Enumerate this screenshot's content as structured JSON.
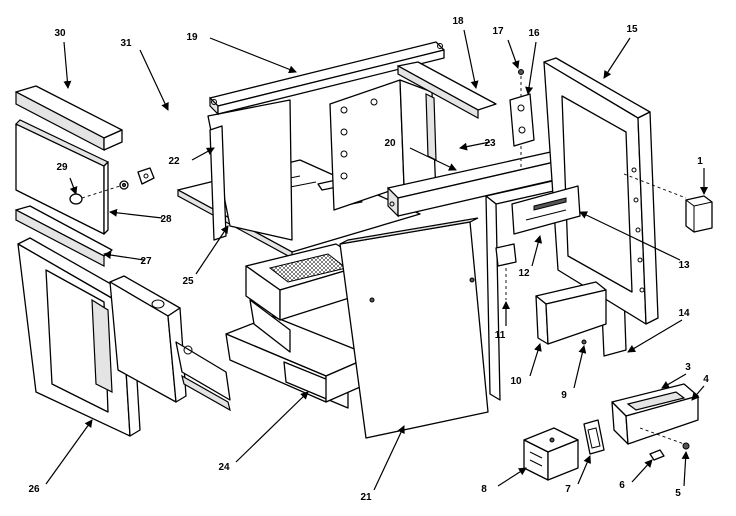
{
  "diagram": {
    "callouts": [
      {
        "label": "1"
      },
      {
        "label": "3"
      },
      {
        "label": "4"
      },
      {
        "label": "5"
      },
      {
        "label": "6"
      },
      {
        "label": "7"
      },
      {
        "label": "8"
      },
      {
        "label": "9"
      },
      {
        "label": "10"
      },
      {
        "label": "11"
      },
      {
        "label": "12"
      },
      {
        "label": "13"
      },
      {
        "label": "14"
      },
      {
        "label": "15"
      },
      {
        "label": "16"
      },
      {
        "label": "17"
      },
      {
        "label": "18"
      },
      {
        "label": "19"
      },
      {
        "label": "20"
      },
      {
        "label": "21"
      },
      {
        "label": "22"
      },
      {
        "label": "23"
      },
      {
        "label": "24"
      },
      {
        "label": "25"
      },
      {
        "label": "26"
      },
      {
        "label": "27"
      },
      {
        "label": "28"
      },
      {
        "label": "29"
      },
      {
        "label": "30"
      },
      {
        "label": "31"
      }
    ]
  }
}
